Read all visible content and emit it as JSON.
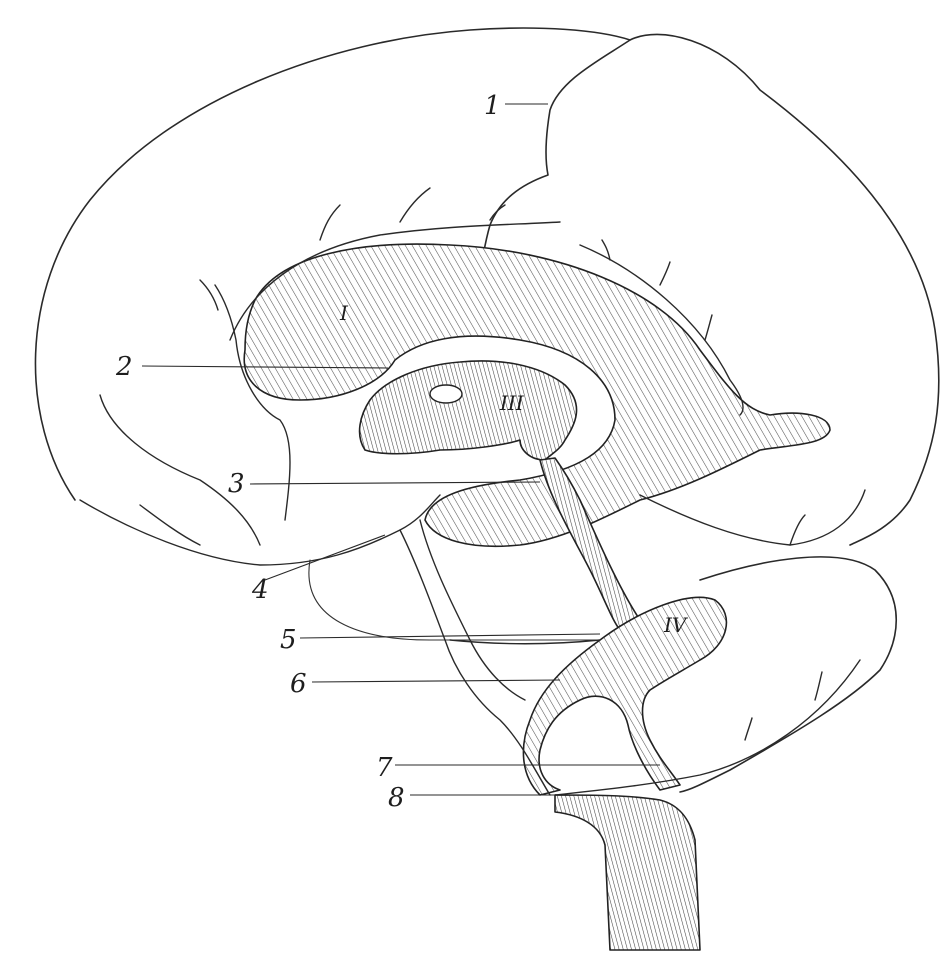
{
  "labels": {
    "l1": "1",
    "l2": "2",
    "l3": "3",
    "l4": "4",
    "l5": "5",
    "l6": "6",
    "l7": "7",
    "l8": "8"
  },
  "roman_marks": {
    "lateral_ventricle": "I",
    "third_ventricle": "III",
    "fourth_ventricle": "IV"
  }
}
